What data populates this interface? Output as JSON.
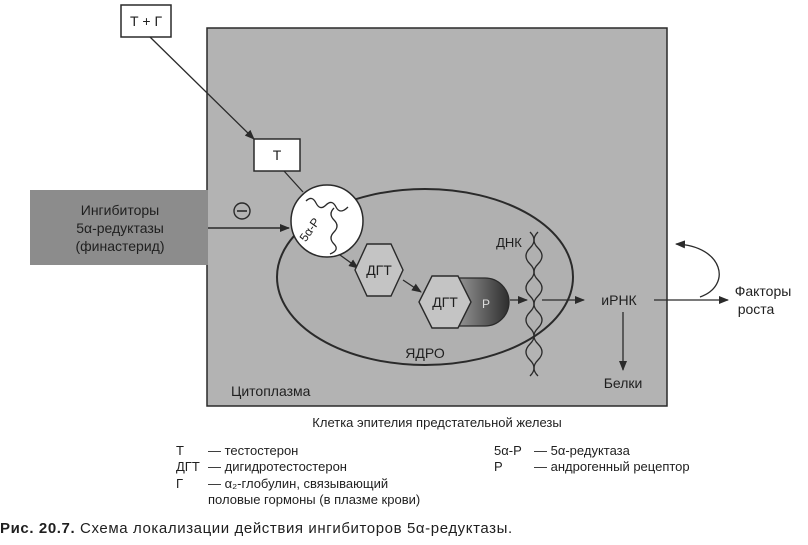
{
  "labels": {
    "t_plus_g": "Т + Г",
    "t": "Т",
    "inhibitors_line1": "Ингибиторы",
    "inhibitors_line2": "5α-редуктазы",
    "inhibitors_line3": "(финастерид)",
    "minus": "⊖",
    "enzyme": "5α-Р",
    "dgt_1": "ДГТ",
    "dgt_2": "ДГТ",
    "receptor": "Р",
    "dnk": "ДНК",
    "irnk": "иРНК",
    "factors_line1": "Факторы",
    "factors_line2": "роста",
    "proteins": "Белки",
    "nucleus": "ЯДРО",
    "cytoplasm": "Цитоплазма",
    "cell_caption": "Клетка эпителия предстательной железы"
  },
  "legend": [
    {
      "abbr": "Т",
      "desc": "— тестостерон"
    },
    {
      "abbr": "ДГТ",
      "desc": "— дигидротестостерон"
    },
    {
      "abbr": "Г",
      "desc": "— α₂-глобулин, связывающий"
    },
    {
      "abbr": "",
      "desc": "половые гормоны (в плазме крови)"
    },
    {
      "abbr": "5α-Р",
      "desc": "— 5α-редуктаза"
    },
    {
      "abbr": "Р",
      "desc": "— андрогенный рецептор"
    }
  ],
  "caption": {
    "figure": "Рис. 20.7.",
    "text": " Схема локализации действия ингибиторов 5α-редуктазы."
  },
  "colors": {
    "cell_fill": "#b3b3b3",
    "inhibitor_fill": "#8c8c8c",
    "enzyme_fill": "#ffffff",
    "hexagon_fill": "#c4c4c4",
    "receptor_dark": "#3a3a3a",
    "line": "#2a2a2a"
  }
}
